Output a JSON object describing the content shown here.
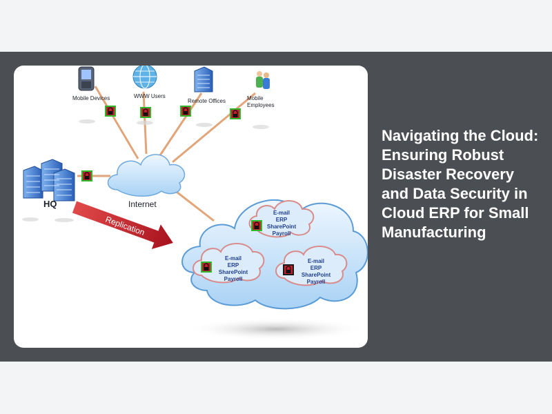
{
  "article": {
    "headline": "Navigating the Cloud: Ensuring Robust Disaster Recovery and Data Security in Cloud ERP for Small Manufacturing"
  },
  "diagram": {
    "nodes": {
      "mobile_devices": "Mobile Devices",
      "www_users": "WWW Users",
      "remote_offices": "Remote Offices",
      "mobile_employees_line1": "Mobile",
      "mobile_employees_line2": "Employees",
      "internet": "Internet",
      "hq": "HQ"
    },
    "replication_label": "Replication",
    "cloud_services": [
      "E-mail",
      "ERP",
      "SharePoint",
      "Payroll"
    ]
  },
  "colors": {
    "band": "#4b4f54",
    "page": "#f3f4f6",
    "lock": "#c0202a",
    "lock_border": "#2eb82e",
    "arrow": "#b8202a",
    "cloud": "#cfe6fb",
    "link": "#e0a070"
  }
}
